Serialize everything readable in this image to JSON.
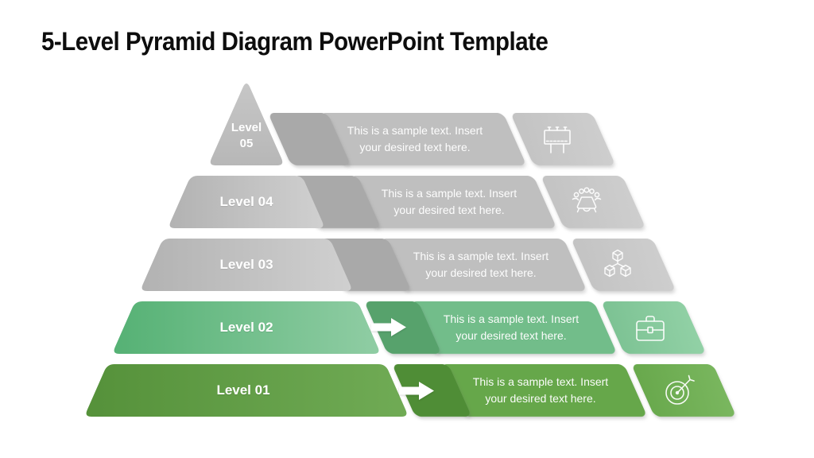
{
  "title": "5-Level Pyramid Diagram PowerPoint Template",
  "palette": {
    "title_color": "#0d0d0d",
    "gray_segment_dark": "#a9a9a9",
    "gray_band": "#bfbfbf",
    "gray_trapezoid_light": "#d0d0d0",
    "level02_green": "#72bd8a",
    "level02_green_dark": "#57a26c",
    "level01_green": "#66a74a",
    "level01_green_dark": "#4f8d36",
    "text_on_shapes": "#ffffff"
  },
  "levels": [
    {
      "name": "Level 05",
      "label_line1": "Level",
      "label_line2": "05",
      "text_line1": "This is a sample text. Insert",
      "text_line2": "your desired text here.",
      "icon": "billboard-icon",
      "theme": "gray",
      "has_arrow": false
    },
    {
      "name": "Level 04",
      "text_line1": "This is a sample text. Insert",
      "text_line2": "your desired text here.",
      "icon": "meeting-icon",
      "theme": "gray",
      "has_arrow": false
    },
    {
      "name": "Level 03",
      "text_line1": "This is a sample text. Insert",
      "text_line2": "your desired text here.",
      "icon": "cubes-icon",
      "theme": "gray",
      "has_arrow": false
    },
    {
      "name": "Level 02",
      "text_line1": "This is a sample text. Insert",
      "text_line2": "your desired text here.",
      "icon": "briefcase-icon",
      "theme": "green-light",
      "has_arrow": true
    },
    {
      "name": "Level 01",
      "text_line1": "This is a sample text. Insert",
      "text_line2": "your desired text here.",
      "icon": "target-icon",
      "theme": "green-dark",
      "has_arrow": true
    }
  ]
}
